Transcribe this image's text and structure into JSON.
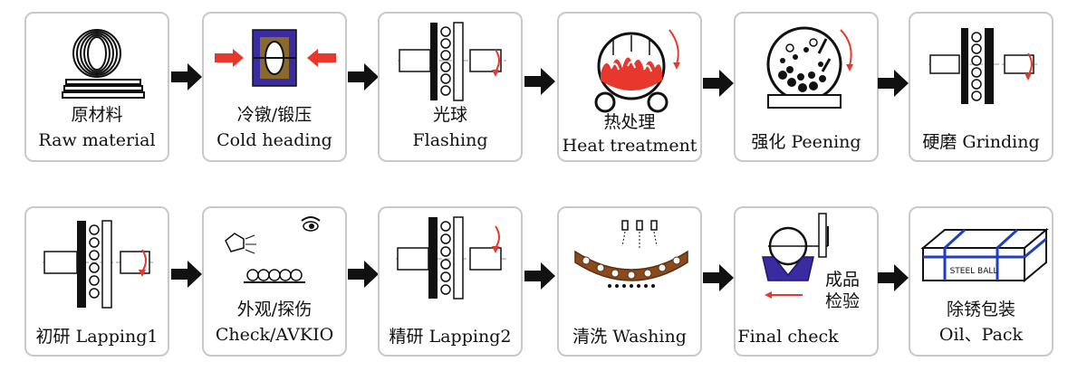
{
  "steps": [
    {
      "zh": "原材料",
      "en": "Raw material",
      "icon": "wire-coil-icon"
    },
    {
      "zh": "冷镦/锻压",
      "en": "Cold heading",
      "icon": "cold-heading-die-icon"
    },
    {
      "zh": "光球",
      "en": "Flashing",
      "icon": "flashing-plates-icon"
    },
    {
      "zh": "热处理",
      "en": "Heat treatment",
      "icon": "furnace-drum-icon"
    },
    {
      "zh": "强化",
      "en": "Peening",
      "icon": "peening-drum-icon"
    },
    {
      "zh": "硬磨",
      "en": "Grinding",
      "icon": "grinding-plates-icon"
    },
    {
      "zh": "初研",
      "en": "Lapping1",
      "icon": "lapping-plates-icon"
    },
    {
      "zh": "外观/探伤",
      "en": "Check/AVKIO",
      "icon": "inspection-camera-icon"
    },
    {
      "zh": "精研",
      "en": "Lapping2",
      "icon": "lapping-plates-icon"
    },
    {
      "zh": "清洗",
      "en": "Washing",
      "icon": "washing-conveyor-icon"
    },
    {
      "zh": "",
      "en": "Final check",
      "icon": "gauge-check-icon"
    },
    {
      "zh": "除锈包装",
      "en": "Oil、Pack",
      "icon": "steel-ball-box-icon"
    }
  ],
  "final_note": {
    "line1": "成品",
    "line2": "检验"
  },
  "box_text": "STEEL BALL",
  "colors": {
    "accent_red": "#e8372c",
    "die_blue": "#3a2ba0",
    "washer_brown": "#8b4a1c",
    "strap_blue": "#1f3fbf"
  }
}
